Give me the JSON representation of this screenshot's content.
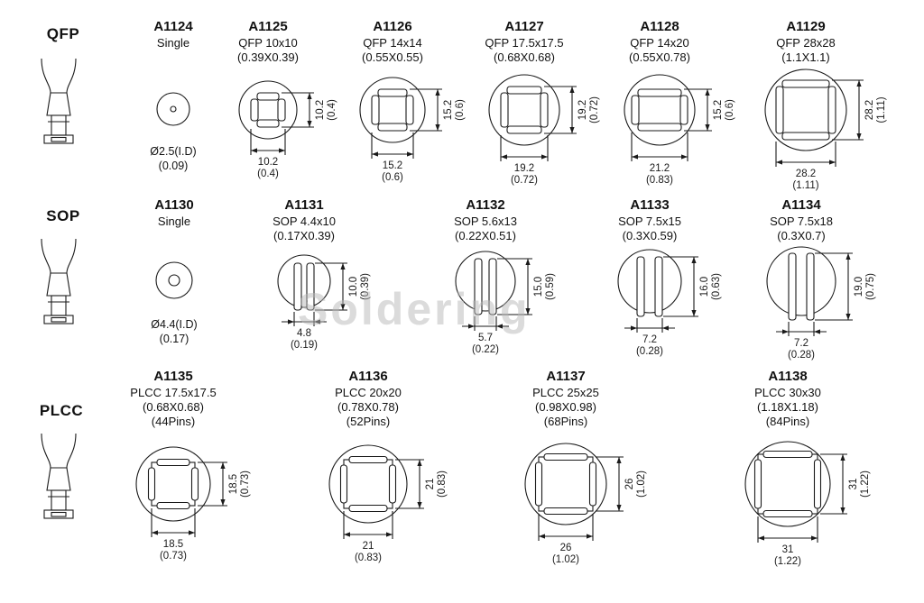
{
  "watermark": "Soldering",
  "rows": [
    {
      "category": "QFP",
      "items": [
        {
          "id": "A1124",
          "lines": [
            "Single"
          ],
          "caption": [
            "Ø2.5(I.D)",
            "(0.09)"
          ],
          "draw": {
            "type": "single",
            "r": 18,
            "hole": 3
          }
        },
        {
          "id": "A1125",
          "lines": [
            "QFP 10x10",
            "(0.39X0.39)"
          ],
          "dim_v": [
            "10.2",
            "(0.4)"
          ],
          "dim_h": [
            "10.2",
            "(0.4)"
          ],
          "draw": {
            "type": "qfp",
            "r": 32,
            "sx": 15,
            "sy": 15
          }
        },
        {
          "id": "A1126",
          "lines": [
            "QFP 14x14",
            "(0.55X0.55)"
          ],
          "dim_v": [
            "15.2",
            "(0.6)"
          ],
          "dim_h": [
            "15.2",
            "(0.6)"
          ],
          "draw": {
            "type": "qfp",
            "r": 36,
            "sx": 19,
            "sy": 19
          }
        },
        {
          "id": "A1127",
          "lines": [
            "QFP 17.5x17.5",
            "(0.68X0.68)"
          ],
          "dim_v": [
            "19.2",
            "(0.72)"
          ],
          "dim_h": [
            "19.2",
            "(0.72)"
          ],
          "draw": {
            "type": "qfp",
            "r": 39,
            "sx": 22,
            "sy": 22
          }
        },
        {
          "id": "A1128",
          "lines": [
            "QFP 14x20",
            "(0.55X0.78)"
          ],
          "dim_v": [
            "15.2",
            "(0.6)"
          ],
          "dim_h": [
            "21.2",
            "(0.83)"
          ],
          "draw": {
            "type": "qfp",
            "r": 39,
            "sx": 27,
            "sy": 19
          }
        },
        {
          "id": "A1129",
          "lines": [
            "QFP 28x28",
            "(1.1X1.1)"
          ],
          "dim_v": [
            "28.2",
            "(1.11)"
          ],
          "dim_h": [
            "28.2",
            "(1.11)"
          ],
          "draw": {
            "type": "qfp",
            "r": 45,
            "sx": 29,
            "sy": 29
          }
        }
      ]
    },
    {
      "category": "SOP",
      "items": [
        {
          "id": "A1130",
          "lines": [
            "Single"
          ],
          "caption": [
            "Ø4.4(I.D)",
            "(0.17)"
          ],
          "draw": {
            "type": "single",
            "r": 20,
            "hole": 6
          }
        },
        {
          "id": "A1131",
          "lines": [
            "SOP 4.4x10",
            "(0.17X0.39)"
          ],
          "dim_v": [
            "10.0",
            "(0.39)"
          ],
          "dim_h": [
            "4.8",
            "(0.19)"
          ],
          "draw": {
            "type": "sop",
            "r": 29,
            "sh": 26,
            "g": 7
          }
        },
        {
          "id": "A1132",
          "lines": [
            "SOP 5.6x13",
            "(0.22X0.51)"
          ],
          "dim_v": [
            "15.0",
            "(0.59)"
          ],
          "dim_h": [
            "5.7",
            "(0.22)"
          ],
          "draw": {
            "type": "sop",
            "r": 33,
            "sh": 31,
            "g": 8
          }
        },
        {
          "id": "A1133",
          "lines": [
            "SOP 7.5x15",
            "(0.3X0.59)"
          ],
          "dim_v": [
            "16.0",
            "(0.63)"
          ],
          "dim_h": [
            "7.2",
            "(0.28)"
          ],
          "draw": {
            "type": "sop",
            "r": 35,
            "sh": 33,
            "g": 10
          }
        },
        {
          "id": "A1134",
          "lines": [
            "SOP 7.5x18",
            "(0.3X0.7)"
          ],
          "dim_v": [
            "19.0",
            "(0.75)"
          ],
          "dim_h": [
            "7.2",
            "(0.28)"
          ],
          "draw": {
            "type": "sop",
            "r": 38,
            "sh": 37,
            "g": 10
          }
        }
      ]
    },
    {
      "category": "PLCC",
      "items": [
        {
          "id": "A1135",
          "lines": [
            "PLCC 17.5x17.5",
            "(0.68X0.68)",
            "(44Pins)"
          ],
          "dim_v": [
            "18.5",
            "(0.73)"
          ],
          "dim_h": [
            "18.5",
            "(0.73)"
          ],
          "draw": {
            "type": "plcc",
            "r": 41,
            "q": 24
          }
        },
        {
          "id": "A1136",
          "lines": [
            "PLCC 20x20",
            "(0.78X0.78)",
            "(52Pins)"
          ],
          "dim_v": [
            "21",
            "(0.83)"
          ],
          "dim_h": [
            "21",
            "(0.83)"
          ],
          "draw": {
            "type": "plcc",
            "r": 43,
            "q": 27
          }
        },
        {
          "id": "A1137",
          "lines": [
            "PLCC 25x25",
            "(0.98X0.98)",
            "(68Pins)"
          ],
          "dim_v": [
            "26",
            "(1.02)"
          ],
          "dim_h": [
            "26",
            "(1.02)"
          ],
          "draw": {
            "type": "plcc",
            "r": 45,
            "q": 30
          }
        },
        {
          "id": "A1138",
          "lines": [
            "PLCC 30x30",
            "(1.18X1.18)",
            "(84Pins)"
          ],
          "dim_v": [
            "31",
            "(1.22)"
          ],
          "dim_h": [
            "31",
            "(1.22)"
          ],
          "draw": {
            "type": "plcc",
            "r": 47,
            "q": 33
          }
        }
      ]
    }
  ]
}
